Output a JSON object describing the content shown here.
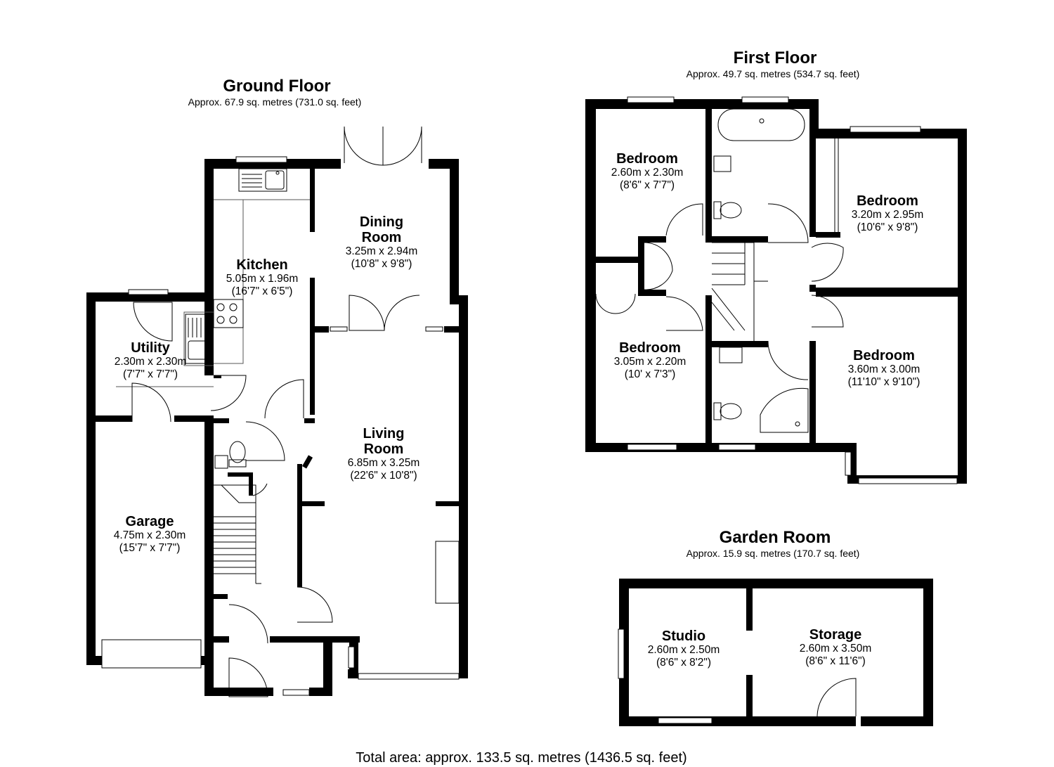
{
  "floors": {
    "ground": {
      "title": "Ground Floor",
      "area": "Approx. 67.9 sq. metres (731.0 sq. feet)",
      "rooms": {
        "dining": {
          "name1": "Dining",
          "name2": "Room",
          "metric": "3.25m x 2.94m",
          "imperial": "(10'8\" x 9'8\")"
        },
        "kitchen": {
          "name": "Kitchen",
          "metric": "5.05m x 1.96m",
          "imperial": "(16'7\" x 6'5\")"
        },
        "utility": {
          "name": "Utility",
          "metric": "2.30m x 2.30m",
          "imperial": "(7'7\" x 7'7\")"
        },
        "living": {
          "name1": "Living",
          "name2": "Room",
          "metric": "6.85m x 3.25m",
          "imperial": "(22'6\" x 10'8\")"
        },
        "garage": {
          "name": "Garage",
          "metric": "4.75m x 2.30m",
          "imperial": "(15'7\" x 7'7\")"
        }
      }
    },
    "first": {
      "title": "First Floor",
      "area": "Approx. 49.7 sq. metres (534.7 sq. feet)",
      "rooms": {
        "bed1": {
          "name": "Bedroom",
          "metric": "2.60m x 2.30m",
          "imperial": "(8'6\" x 7'7\")"
        },
        "bed2": {
          "name": "Bedroom",
          "metric": "3.20m x 2.95m",
          "imperial": "(10'6\" x 9'8\")"
        },
        "bed3": {
          "name": "Bedroom",
          "metric": "3.05m x 2.20m",
          "imperial": "(10' x 7'3\")"
        },
        "bed4": {
          "name": "Bedroom",
          "metric": "3.60m x 3.00m",
          "imperial": "(11'10\" x 9'10\")"
        }
      }
    },
    "garden": {
      "title": "Garden Room",
      "area": "Approx. 15.9 sq. metres (170.7 sq. feet)",
      "rooms": {
        "studio": {
          "name": "Studio",
          "metric": "2.60m x 2.50m",
          "imperial": "(8'6\" x 8'2\")"
        },
        "storage": {
          "name": "Storage",
          "metric": "2.60m x 3.50m",
          "imperial": "(8'6\" x 11'6\")"
        }
      }
    }
  },
  "total": "Total area: approx. 133.5 sq. metres (1436.5 sq. feet)"
}
